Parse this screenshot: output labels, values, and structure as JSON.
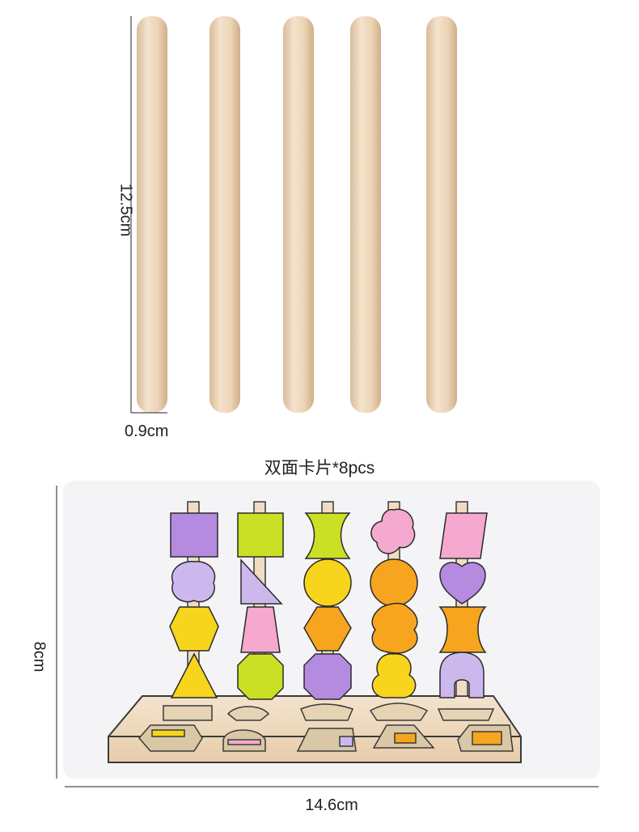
{
  "dimensions": {
    "stick_length": "12.5cm",
    "stick_diameter": "0.9cm",
    "card_height": "8cm",
    "card_width": "14.6cm"
  },
  "caption": "双面卡片*8pcs",
  "colors": {
    "wood": "#efd9bf",
    "purple": "#b58be0",
    "lavender": "#cdb8ee",
    "lime": "#c9e024",
    "yellow": "#f7d51c",
    "orange": "#f7a51f",
    "pink": "#f5a9cf"
  }
}
